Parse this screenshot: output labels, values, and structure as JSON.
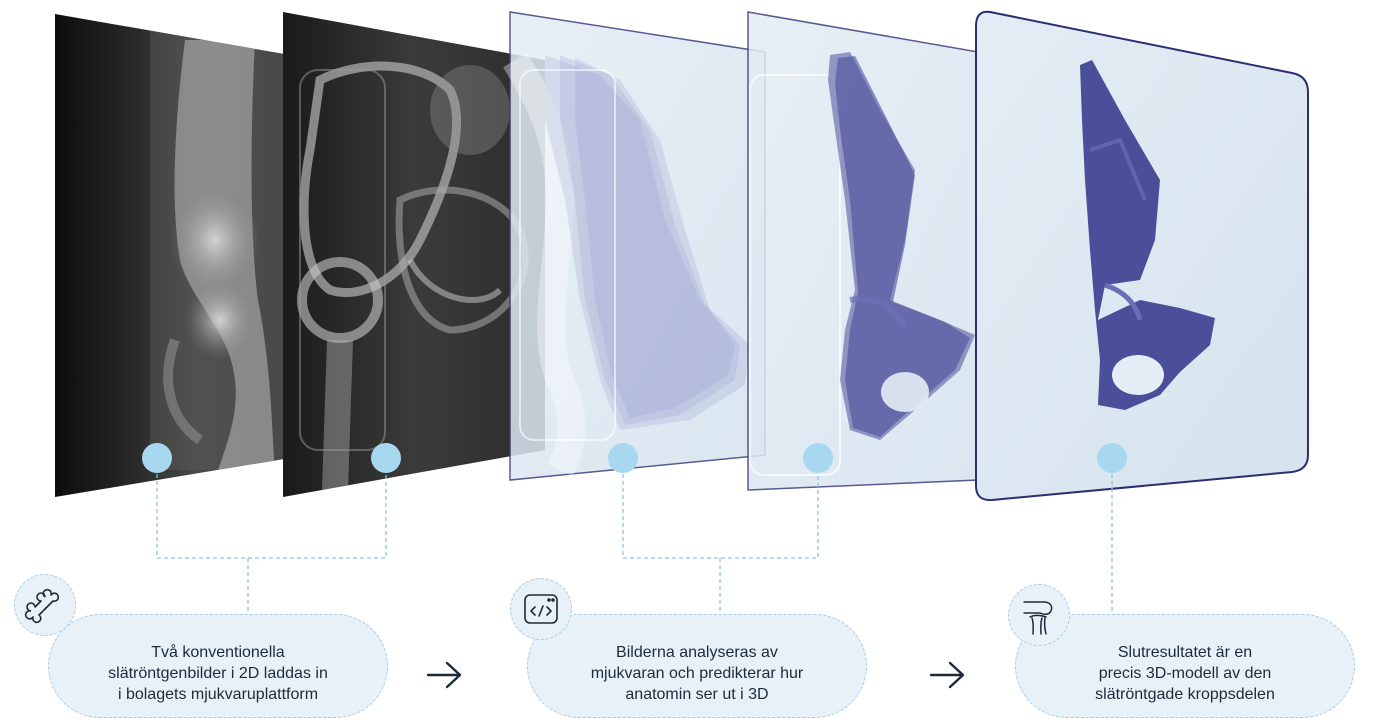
{
  "steps": [
    {
      "icon": "bone-icon",
      "text": "Två konventionella\nslätröntgenbilder i 2D laddas in\ni bolagets mjukvaruplattform"
    },
    {
      "icon": "code-window-icon",
      "text": "Bilderna analyseras av\nmjukvaran och predikterar hur\nanatomin ser ut i 3D"
    },
    {
      "icon": "knee-joint-icon",
      "text": "Slutresultatet är en\nprecis 3D-modell av den\nslätröntgade kroppsdelen"
    }
  ],
  "connectors": [
    "arrow-right-icon",
    "arrow-right-icon"
  ],
  "colors": {
    "dot": "#a8d8f0",
    "dashed_line": "#8cc4e4",
    "bone_purple": "#4b4f9a",
    "panel_border": "#2b2f70",
    "caption_bg": "#e8f1f8",
    "text": "#1c2b3a"
  }
}
